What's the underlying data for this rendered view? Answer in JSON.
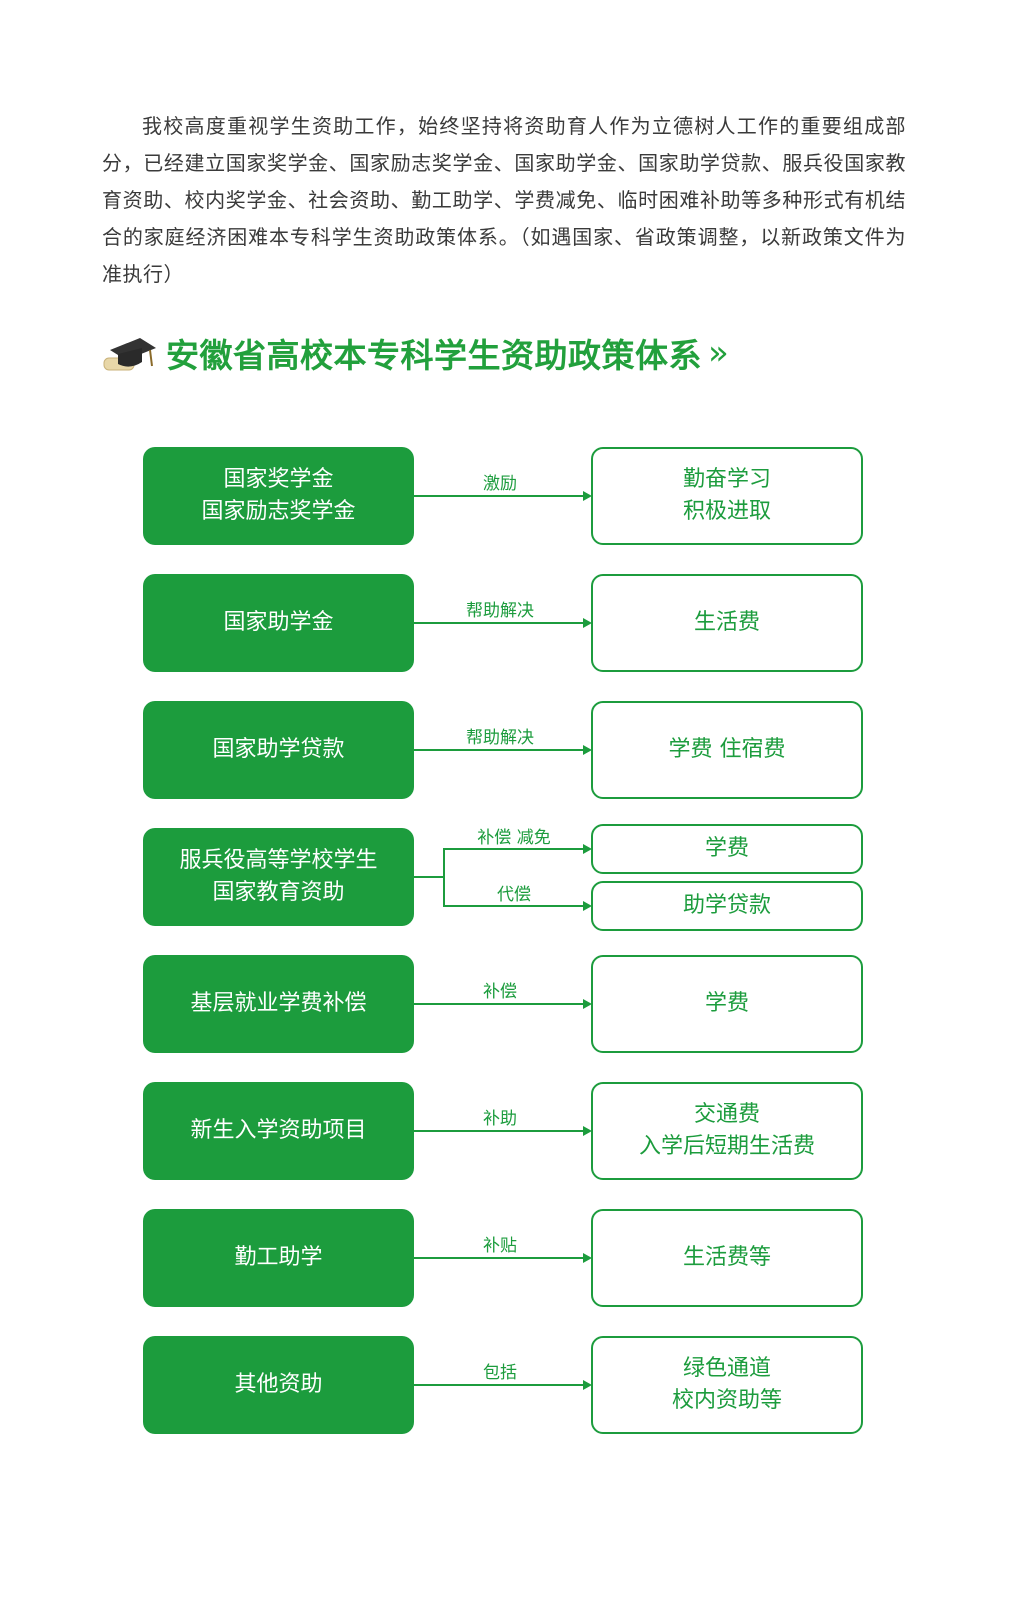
{
  "intro": "我校高度重视学生资助工作，始终坚持将资助育人作为立德树人工作的重要组成部分，已经建立国家奖学金、国家励志奖学金、国家助学金、国家助学贷款、服兵役国家教育资助、校内奖学金、社会资助、勤工助学、学费减免、临时困难补助等多种形式有机结合的家庭经济困难本专科学生资助政策体系。（如遇国家、省政策调整，以新政策文件为准执行）",
  "title": "安徽省高校本专科学生资助政策体系",
  "title_suffix": "»",
  "colors": {
    "green": "#1c9c3d",
    "title_green": "#22a03c"
  },
  "rows": [
    {
      "left": [
        "国家奖学金",
        "国家励志奖学金"
      ],
      "label": "激励",
      "right": [
        "勤奋学习",
        "积极进取"
      ]
    },
    {
      "left": [
        "国家助学金"
      ],
      "label": "帮助解决",
      "right": [
        "生活费"
      ]
    },
    {
      "left": [
        "国家助学贷款"
      ],
      "label": "帮助解决",
      "right": [
        "学费 住宿费"
      ]
    },
    {
      "left": [
        "服兵役高等学校学生",
        "国家教育资助"
      ],
      "branches": [
        {
          "label": "补偿 减免",
          "right": [
            "学费"
          ]
        },
        {
          "label": "代偿",
          "right": [
            "助学贷款"
          ]
        }
      ]
    },
    {
      "left": [
        "基层就业学费补偿"
      ],
      "label": "补偿",
      "right": [
        "学费"
      ]
    },
    {
      "left": [
        "新生入学资助项目"
      ],
      "label": "补助",
      "right": [
        "交通费",
        "入学后短期生活费"
      ]
    },
    {
      "left": [
        "勤工助学"
      ],
      "label": "补贴",
      "right": [
        "生活费等"
      ]
    },
    {
      "left": [
        "其他资助"
      ],
      "label": "包括",
      "right": [
        "绿色通道",
        "校内资助等"
      ]
    }
  ]
}
